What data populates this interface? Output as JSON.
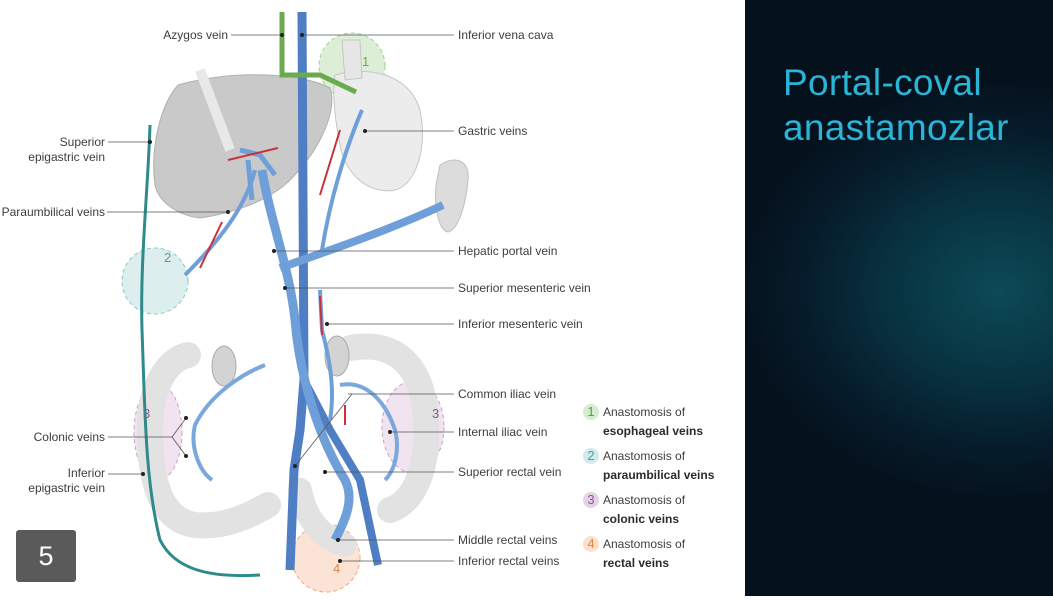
{
  "slide": {
    "title_lines": [
      "Portal-coval",
      "anastamozlar"
    ],
    "number": "5"
  },
  "labels": {
    "azygos": "Azygos vein",
    "ivc": "Inferior vena cava",
    "sup_epi_1": "Superior",
    "sup_epi_2": "epigastric vein",
    "gastric": "Gastric veins",
    "paraumbilical": "Paraumbilical veins",
    "hepatic_portal": "Hepatic portal vein",
    "smv": "Superior mesenteric vein",
    "imv": "Inferior mesenteric vein",
    "common_iliac": "Common iliac vein",
    "internal_iliac": "Internal iliac vein",
    "colonic": "Colonic veins",
    "inf_epi_1": "Inferior",
    "inf_epi_2": "epigastric vein",
    "sup_rectal": "Superior rectal vein",
    "middle_rectal": "Middle rectal veins",
    "inferior_rectal": "Inferior rectal veins"
  },
  "markers": [
    "1",
    "2",
    "3",
    "3",
    "4"
  ],
  "legend": [
    {
      "num": "1",
      "line1": "Anastomosis of",
      "line2": "esophageal veins",
      "color": "#8cc784"
    },
    {
      "num": "2",
      "line1": "Anastomosis of",
      "line2": "paraumbilical veins",
      "color": "#8ac7cc"
    },
    {
      "num": "3",
      "line1": "Anastomosis of",
      "line2": "colonic veins",
      "color": "#b388b3"
    },
    {
      "num": "4",
      "line1": "Anastomosis of",
      "line2": "rectal veins",
      "color": "#f0a878"
    }
  ],
  "colors": {
    "portal_vein": "#6f9fd8",
    "systemic_vein": "#4f7ec4",
    "azygos": "#6aab4f",
    "epigastric": "#2f8a8a",
    "flow_arrow": "#c8323c",
    "accent": "#2ab4d6"
  }
}
